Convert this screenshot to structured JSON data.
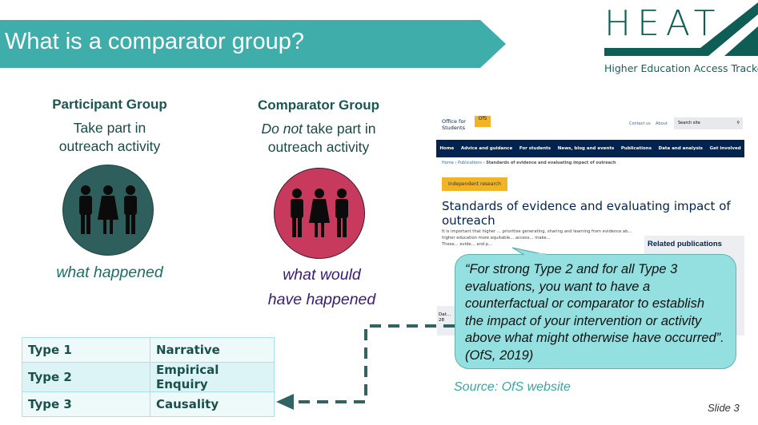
{
  "slide": {
    "title": "What is a comparator group?",
    "number": "Slide 3"
  },
  "logo": {
    "name": "HEAT",
    "subtitle": "Higher Education Access Tracker"
  },
  "participant": {
    "heading": "Participant Group",
    "line1": "Take part in",
    "line2": "outreach activity",
    "result": "what happened"
  },
  "comparator": {
    "heading": "Comparator Group",
    "not": "Do not",
    "line1": " take part in",
    "line2": "outreach activity",
    "result1": "what would",
    "result2": "have happened"
  },
  "types": [
    {
      "type": "Type 1",
      "label": "Narrative"
    },
    {
      "type": "Type 2",
      "label": "Empirical Enquiry"
    },
    {
      "type": "Type 3",
      "label": "Causality"
    }
  ],
  "ofs": {
    "logo1": "Office for",
    "logo2": "Students",
    "badge": "OfS",
    "contact": "Contact us",
    "about": "About",
    "search": "Search site",
    "nav": [
      "Home",
      "Advice and guidance",
      "For students",
      "News, blog and events",
      "Publications",
      "Data and analysis",
      "Get involved"
    ],
    "crumbs": [
      "Home",
      "Publications",
      "Standards of evidence and evaluating impact of outreach"
    ],
    "tag": "Independent research",
    "heading": "Standards of evidence and evaluating impact of outreach",
    "body": "It is important that higher … prioritise generating, sharing and learning from evidence ab… higher education more equitable… access… make…",
    "body2": "These… evide… and p…",
    "related": "Related publications",
    "date": "Dat… 28"
  },
  "quote": "“For strong Type 2 and for all Type 3 evaluations, you want to have a counterfactual or comparator to establish the impact of your intervention or activity above what might otherwise have occurred”. (OfS, 2019)",
  "source": "Source: OfS website",
  "colors": {
    "banner": "#3fada9",
    "teal": "#0e5e56",
    "participant": "#2e5f5c",
    "comparator": "#c73a5e",
    "bubble": "#94e0e0"
  }
}
